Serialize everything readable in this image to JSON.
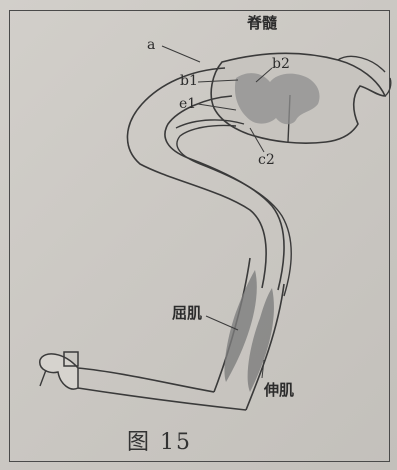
{
  "figure": {
    "caption": "图 15",
    "labels": {
      "spinal_cord": "脊髓",
      "a": "a",
      "b1": "b1",
      "b2": "b2",
      "e1": "e1",
      "c2": "c2",
      "flexor": "屈肌",
      "extensor": "伸肌"
    }
  },
  "colors": {
    "paper": "#cbc8c3",
    "line": "#3a3a3a",
    "gray_matter": "#8f8f8f",
    "muscle": "#7d7d7d"
  }
}
